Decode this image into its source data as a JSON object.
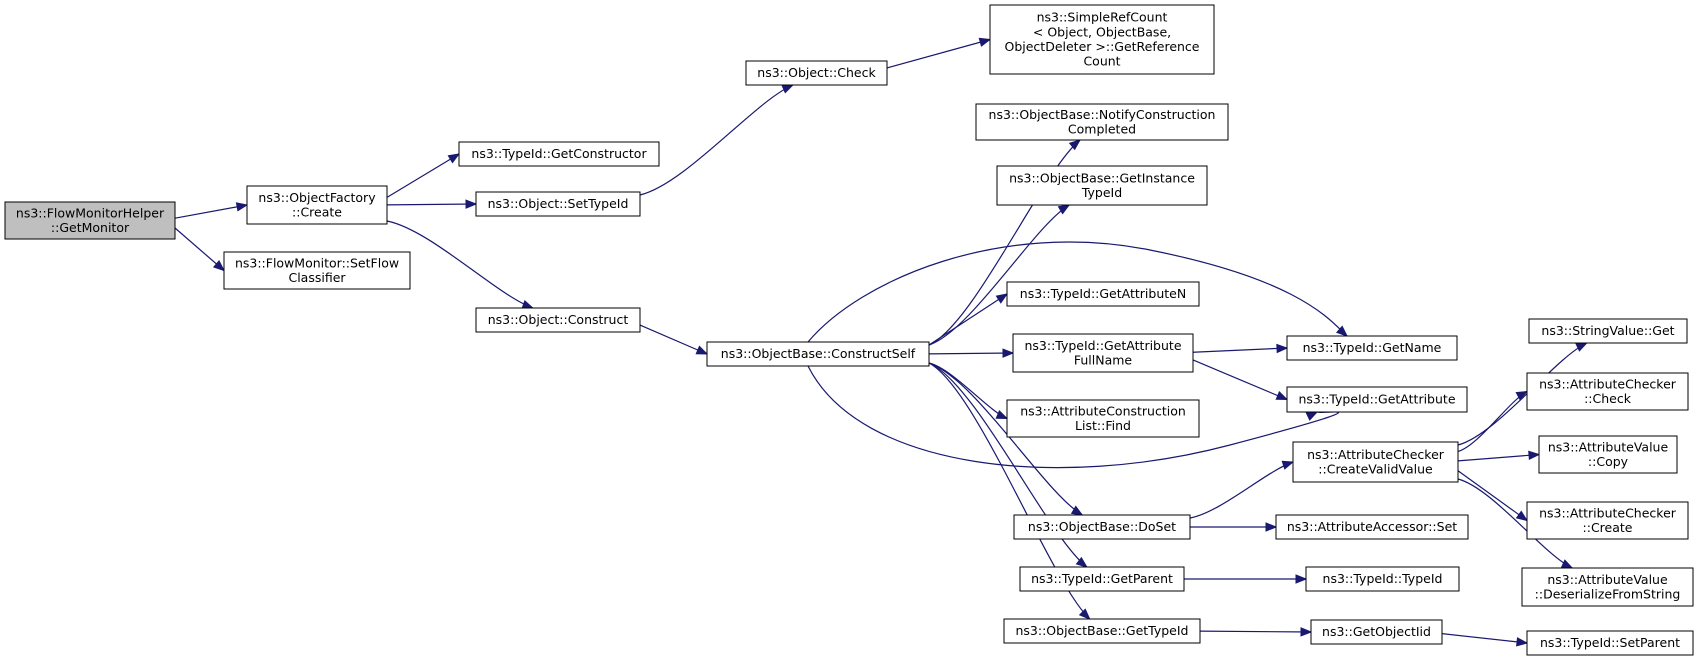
{
  "graph": {
    "nodes": [
      {
        "id": "flowmonitorhelper_getmonitor",
        "lines": [
          "ns3::FlowMonitorHelper",
          "::GetMonitor"
        ],
        "root": true
      },
      {
        "id": "objectfactory_create",
        "lines": [
          "ns3::ObjectFactory",
          "::Create"
        ]
      },
      {
        "id": "flowmonitor_setflowclassifier",
        "lines": [
          "ns3::FlowMonitor::SetFlow",
          "Classifier"
        ]
      },
      {
        "id": "typeid_getconstructor",
        "lines": [
          "ns3::TypeId::GetConstructor"
        ]
      },
      {
        "id": "object_settypeid",
        "lines": [
          "ns3::Object::SetTypeId"
        ]
      },
      {
        "id": "object_construct",
        "lines": [
          "ns3::Object::Construct"
        ]
      },
      {
        "id": "object_check",
        "lines": [
          "ns3::Object::Check"
        ]
      },
      {
        "id": "simplerefcount_getreferencecount",
        "lines": [
          "ns3::SimpleRefCount",
          "< Object, ObjectBase,",
          "ObjectDeleter >::GetReference",
          "Count"
        ]
      },
      {
        "id": "objectbase_constructself",
        "lines": [
          "ns3::ObjectBase::ConstructSelf"
        ]
      },
      {
        "id": "objectbase_notifyconstructioncompleted",
        "lines": [
          "ns3::ObjectBase::NotifyConstruction",
          "Completed"
        ]
      },
      {
        "id": "objectbase_getinstancetypeid",
        "lines": [
          "ns3::ObjectBase::GetInstance",
          "TypeId"
        ]
      },
      {
        "id": "typeid_getattributen",
        "lines": [
          "ns3::TypeId::GetAttributeN"
        ]
      },
      {
        "id": "typeid_getattributefullname",
        "lines": [
          "ns3::TypeId::GetAttribute",
          "FullName"
        ]
      },
      {
        "id": "attributeconstructionlist_find",
        "lines": [
          "ns3::AttributeConstruction",
          "List::Find"
        ]
      },
      {
        "id": "typeid_getname",
        "lines": [
          "ns3::TypeId::GetName"
        ]
      },
      {
        "id": "typeid_getattribute",
        "lines": [
          "ns3::TypeId::GetAttribute"
        ]
      },
      {
        "id": "attributechecker_createvalidvalue",
        "lines": [
          "ns3::AttributeChecker",
          "::CreateValidValue"
        ]
      },
      {
        "id": "objectbase_doset",
        "lines": [
          "ns3::ObjectBase::DoSet"
        ]
      },
      {
        "id": "attributeaccessor_set",
        "lines": [
          "ns3::AttributeAccessor::Set"
        ]
      },
      {
        "id": "typeid_getparent",
        "lines": [
          "ns3::TypeId::GetParent"
        ]
      },
      {
        "id": "typeid_typeid",
        "lines": [
          "ns3::TypeId::TypeId"
        ]
      },
      {
        "id": "objectbase_gettypeid",
        "lines": [
          "ns3::ObjectBase::GetTypeId"
        ]
      },
      {
        "id": "getobjectiid",
        "lines": [
          "ns3::GetObjectIid"
        ]
      },
      {
        "id": "typeid_setparent",
        "lines": [
          "ns3::TypeId::SetParent"
        ]
      },
      {
        "id": "stringvalue_get",
        "lines": [
          "ns3::StringValue::Get"
        ]
      },
      {
        "id": "attributechecker_check",
        "lines": [
          "ns3::AttributeChecker",
          "::Check"
        ]
      },
      {
        "id": "attributevalue_copy",
        "lines": [
          "ns3::AttributeValue",
          "::Copy"
        ]
      },
      {
        "id": "attributechecker_create",
        "lines": [
          "ns3::AttributeChecker",
          "::Create"
        ]
      },
      {
        "id": "attributevalue_deserializefromstring",
        "lines": [
          "ns3::AttributeValue",
          "::DeserializeFromString"
        ]
      }
    ],
    "edges": [
      [
        "flowmonitorhelper_getmonitor",
        "objectfactory_create"
      ],
      [
        "flowmonitorhelper_getmonitor",
        "flowmonitor_setflowclassifier"
      ],
      [
        "objectfactory_create",
        "typeid_getconstructor"
      ],
      [
        "objectfactory_create",
        "object_settypeid"
      ],
      [
        "objectfactory_create",
        "object_construct"
      ],
      [
        "object_settypeid",
        "object_check"
      ],
      [
        "object_check",
        "simplerefcount_getreferencecount"
      ],
      [
        "object_construct",
        "objectbase_constructself"
      ],
      [
        "objectbase_constructself",
        "objectbase_notifyconstructioncompleted"
      ],
      [
        "objectbase_constructself",
        "objectbase_getinstancetypeid"
      ],
      [
        "objectbase_constructself",
        "typeid_getname"
      ],
      [
        "objectbase_constructself",
        "typeid_getattributen"
      ],
      [
        "objectbase_constructself",
        "typeid_getattributefullname"
      ],
      [
        "objectbase_constructself",
        "attributeconstructionlist_find"
      ],
      [
        "objectbase_constructself",
        "typeid_getattribute"
      ],
      [
        "objectbase_constructself",
        "objectbase_doset"
      ],
      [
        "objectbase_constructself",
        "typeid_getparent"
      ],
      [
        "objectbase_constructself",
        "objectbase_gettypeid"
      ],
      [
        "typeid_getattributefullname",
        "typeid_getname"
      ],
      [
        "typeid_getattributefullname",
        "typeid_getattribute"
      ],
      [
        "objectbase_doset",
        "attributechecker_createvalidvalue"
      ],
      [
        "objectbase_doset",
        "attributeaccessor_set"
      ],
      [
        "attributechecker_createvalidvalue",
        "stringvalue_get"
      ],
      [
        "attributechecker_createvalidvalue",
        "attributechecker_check"
      ],
      [
        "attributechecker_createvalidvalue",
        "attributevalue_copy"
      ],
      [
        "attributechecker_createvalidvalue",
        "attributechecker_create"
      ],
      [
        "attributechecker_createvalidvalue",
        "attributevalue_deserializefromstring"
      ],
      [
        "typeid_getparent",
        "typeid_typeid"
      ],
      [
        "objectbase_gettypeid",
        "getobjectiid"
      ],
      [
        "getobjectiid",
        "typeid_setparent"
      ]
    ]
  },
  "colors": {
    "edge": "#191970",
    "root_fill": "#bfbfbf",
    "node_fill": "#ffffff",
    "node_stroke": "#000000"
  }
}
